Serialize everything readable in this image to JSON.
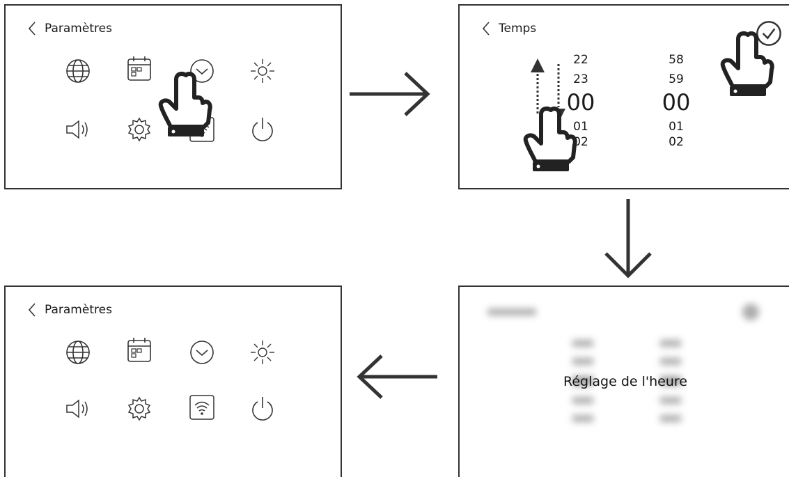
{
  "panels": {
    "settings_before": {
      "title": "Paramètres"
    },
    "time_picker": {
      "title": "Temps",
      "hours": [
        "22",
        "23",
        "00",
        "01",
        "02"
      ],
      "minutes": [
        "58",
        "59",
        "00",
        "01",
        "02"
      ]
    },
    "time_toast": {
      "message": "Réglage de l'heure"
    },
    "settings_after": {
      "title": "Paramètres"
    }
  },
  "icons": [
    "globe-icon",
    "calendar-icon",
    "clock-icon",
    "brightness-icon",
    "volume-icon",
    "gear-icon",
    "wifi-icon",
    "power-icon"
  ],
  "flow_arrows": [
    "right",
    "down",
    "left"
  ],
  "colors": {
    "stroke": "#333333",
    "text": "#1a1a1a"
  }
}
